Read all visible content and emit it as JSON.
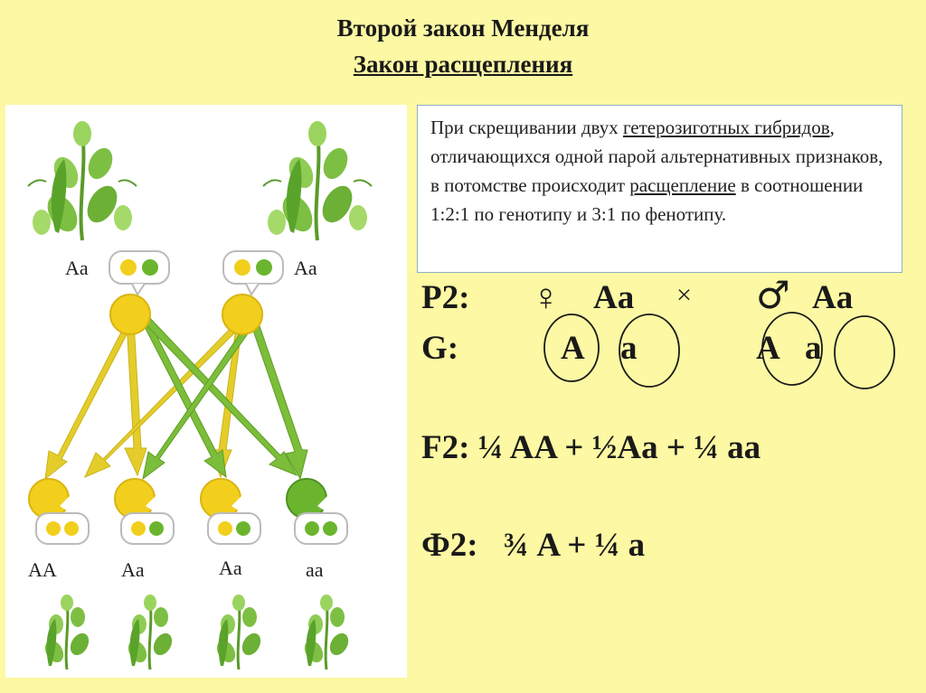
{
  "title": {
    "line1": "Второй закон Менделя",
    "line2": "Закон расщепления"
  },
  "definition": {
    "p1": "При скрещивании двух ",
    "u1": "гетерозиготных гибридов",
    "p2": ", отличающихся одной парой альтернативных признаков, в потомстве происходит ",
    "u2": "расщепление",
    "p3": " в соотношении 1:2:1 по генотипу и 3:1 по фенотипу."
  },
  "scheme": {
    "p2": {
      "label": "P2:",
      "female": "♀",
      "female_geno": "Aa",
      "cross": "×",
      "male": "♂",
      "male_geno": "Aa"
    },
    "g": {
      "label": "G:",
      "g1": "A",
      "g2": "a",
      "g3": "A",
      "g4": "a"
    },
    "f2": "F2: ¼ AA + ½Aa + ¼ aa",
    "ph2": "Ф2:   ¾ A + ¼ a"
  },
  "diagram": {
    "parent_left": "Aa",
    "parent_right": "Aa",
    "offspring": [
      "AA",
      "Aa",
      "Aa",
      "aa"
    ],
    "colors": {
      "yellow": "#f2cf1c",
      "green": "#6bb52e",
      "arrow_yellow": "#e4cd2a",
      "arrow_green": "#7cbd3a"
    }
  }
}
